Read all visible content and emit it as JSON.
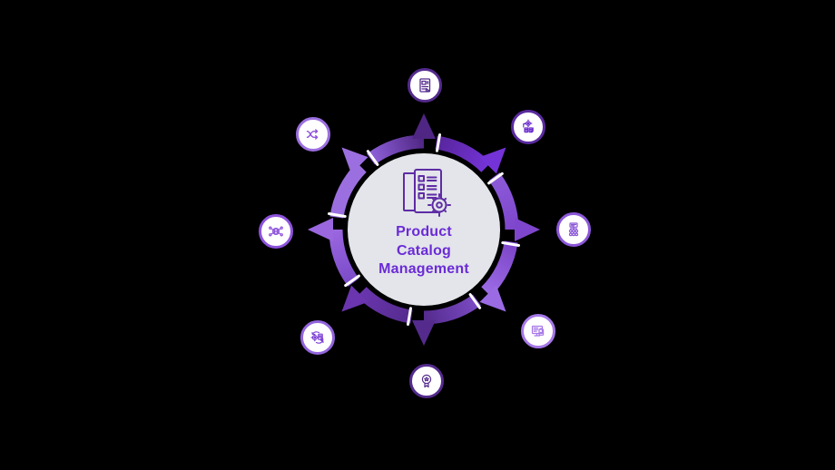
{
  "background_color": "#000000",
  "center": {
    "lines": [
      "Product",
      "Catalog",
      "Management"
    ],
    "circle_color": "#E3E5EA",
    "text_color": "#6B2BD6",
    "icon": "product-catalog-gear-icon",
    "icon_color": "#5E2CA5"
  },
  "ring": {
    "segments": [
      {
        "from": "#57259B",
        "to": "#7433D6"
      },
      {
        "from": "#8C5BD9",
        "to": "#7E46CC"
      },
      {
        "from": "#7C44C8",
        "to": "#9B6BE4"
      },
      {
        "from": "#7B4BC4",
        "to": "#542B8D"
      },
      {
        "from": "#542B8D",
        "to": "#6A35AE"
      },
      {
        "from": "#7A4AC8",
        "to": "#9A67DF"
      },
      {
        "from": "#9C6FE0",
        "to": "#9C6FE0"
      },
      {
        "from": "#8F61DB",
        "to": "#4F2683"
      }
    ],
    "arrows": [
      {
        "direction": "up",
        "color": "#4F2683"
      },
      {
        "direction": "up-right",
        "color": "#7433D6"
      },
      {
        "direction": "right",
        "color": "#7E46CC"
      },
      {
        "direction": "down-right",
        "color": "#9B6BE4"
      },
      {
        "direction": "down",
        "color": "#542B8D"
      },
      {
        "direction": "down-left",
        "color": "#6A35AE"
      },
      {
        "direction": "left",
        "color": "#9A67DF"
      },
      {
        "direction": "up-left",
        "color": "#9C6FE0"
      }
    ],
    "divider_color": "#FFFFFF"
  },
  "satellites": [
    {
      "position": "top",
      "icon": "document-content-icon",
      "border_color": "#542B8D",
      "icon_color": "#542B8D"
    },
    {
      "position": "top-right",
      "icon": "system-integration-icon",
      "border_color": "#5B2BA0",
      "icon_color": "#6D2ECF"
    },
    {
      "position": "right",
      "icon": "hierarchy-sitemap-icon",
      "border_color": "#8B57D8",
      "icon_color": "#8B57D8"
    },
    {
      "position": "bottom-right",
      "icon": "monitor-checklist-icon",
      "border_color": "#A678E8",
      "icon_color": "#A678E8"
    },
    {
      "position": "bottom",
      "icon": "quality-badge-icon",
      "border_color": "#542B8D",
      "icon_color": "#542B8D"
    },
    {
      "position": "bottom-left",
      "icon": "process-sync-icon",
      "border_color": "#9265DC",
      "icon_color": "#7C3FD6"
    },
    {
      "position": "left",
      "icon": "global-network-icon",
      "border_color": "#8E52DC",
      "icon_color": "#8E52DC"
    },
    {
      "position": "top-left",
      "icon": "shuffle-icon",
      "border_color": "#9C6FE0",
      "icon_color": "#8E52DC"
    }
  ]
}
